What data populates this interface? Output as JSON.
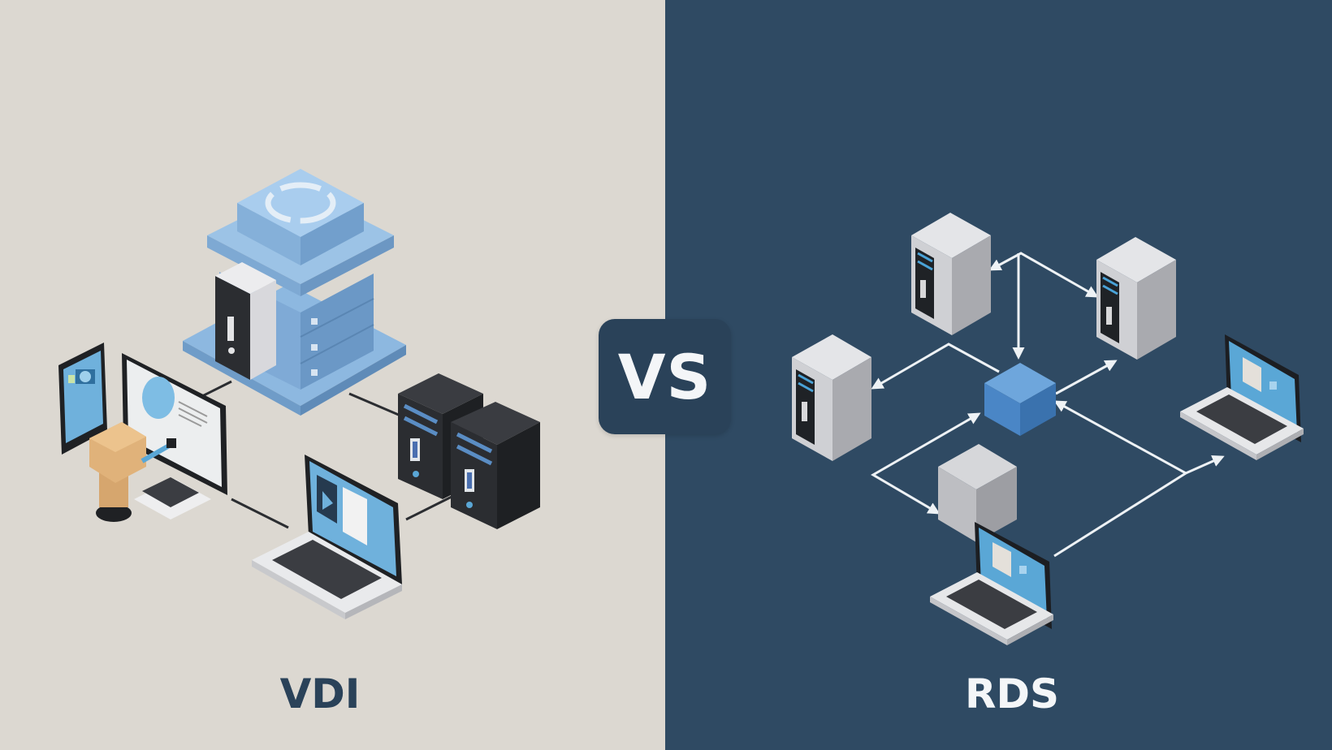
{
  "comparison": {
    "left": {
      "title": "VDI",
      "background_color": "#dcd8d1",
      "text_color": "#2a4259",
      "elements": [
        "central-hypervisor-server-stack",
        "tablet",
        "desktop-monitor",
        "robotic-arm",
        "keypad",
        "laptop-with-play-icon",
        "black-tower-server-1",
        "black-tower-server-2"
      ]
    },
    "separator": {
      "label": "VS",
      "background_color": "#2a4259",
      "text_color": "#f4f6f8"
    },
    "right": {
      "title": "RDS",
      "background_color": "#2f4a63",
      "text_color": "#f4f6f8",
      "elements": [
        "gray-tower-server-top",
        "gray-tower-server-right",
        "gray-tower-server-left",
        "blue-cube-hub",
        "gray-block",
        "laptop-bottom",
        "laptop-right"
      ]
    }
  },
  "colors": {
    "accent_blue": "#8db8e0",
    "hub_blue": "#4a86c6",
    "screen_blue": "#5aa7d6",
    "server_gray": "#c9cace",
    "dark_server": "#2b2d31",
    "arrow_white": "#eef2f5"
  }
}
